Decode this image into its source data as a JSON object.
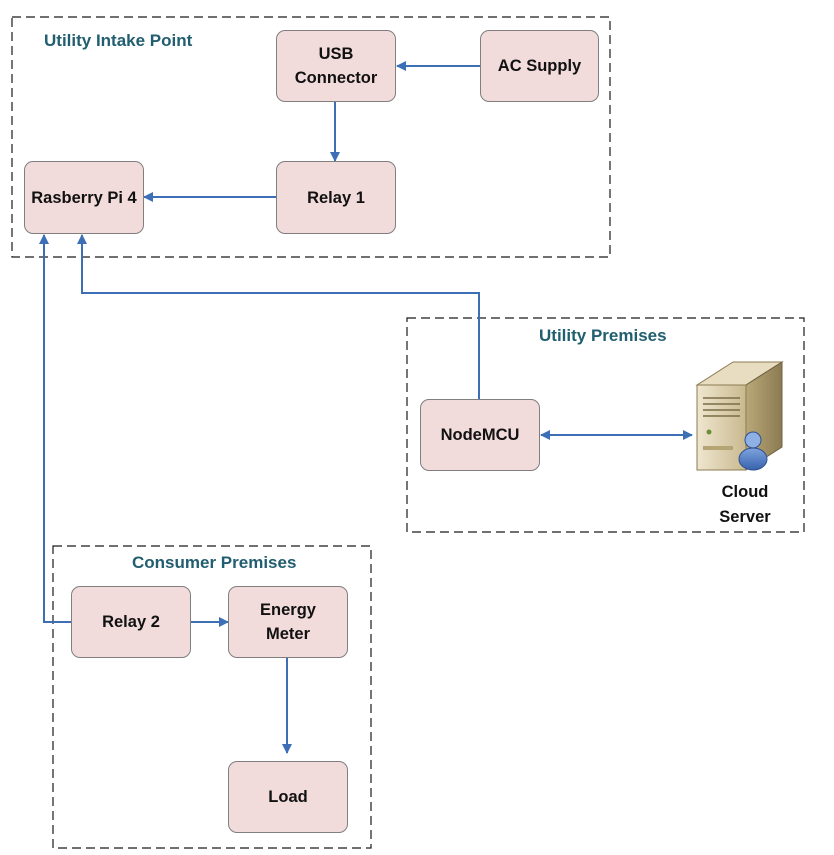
{
  "groups": {
    "utility_intake": {
      "label": "Utility Intake Point"
    },
    "utility_premises": {
      "label": "Utility Premises"
    },
    "consumer_premises": {
      "label": "Consumer Premises"
    }
  },
  "nodes": {
    "usb_connector": {
      "line1": "USB",
      "line2": "Connector"
    },
    "ac_supply": {
      "label": "AC Supply"
    },
    "raspberry_pi": {
      "label": "Rasberry Pi 4"
    },
    "relay1": {
      "label": "Relay 1"
    },
    "nodemcu": {
      "label": "NodeMCU"
    },
    "cloud_server": {
      "line1": "Cloud",
      "line2": "Server",
      "icon": "server-with-user-icon"
    },
    "relay2": {
      "label": "Relay 2"
    },
    "energy_meter": {
      "line1": "Energy",
      "line2": "Meter"
    },
    "load": {
      "label": "Load"
    }
  },
  "colors": {
    "node_fill": "#f2dcdb",
    "connector": "#3d6fb6",
    "group_label": "#215e70"
  }
}
